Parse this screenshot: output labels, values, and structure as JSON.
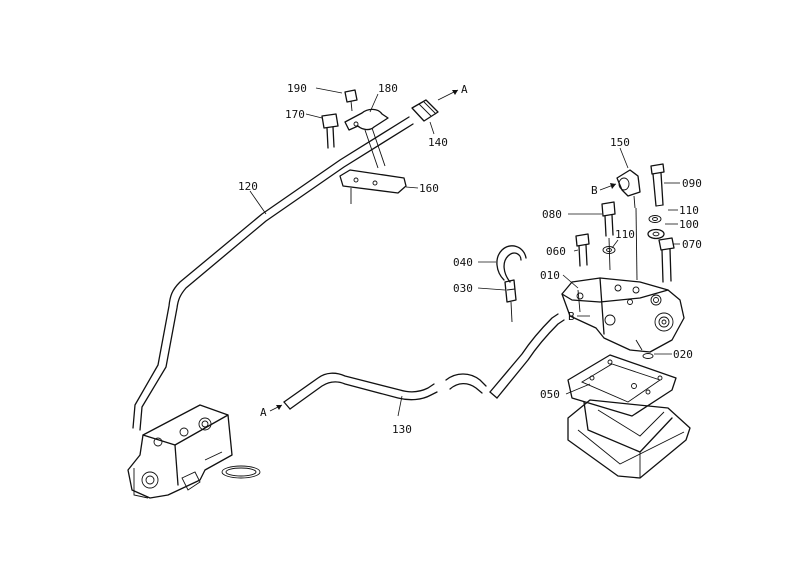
{
  "callouts": [
    {
      "id": "c190",
      "text": "190"
    },
    {
      "id": "c180",
      "text": "180"
    },
    {
      "id": "c170",
      "text": "170"
    },
    {
      "id": "c140",
      "text": "140"
    },
    {
      "id": "c160",
      "text": "160"
    },
    {
      "id": "c120",
      "text": "120"
    },
    {
      "id": "c150",
      "text": "150"
    },
    {
      "id": "c090",
      "text": "090"
    },
    {
      "id": "c080",
      "text": "080"
    },
    {
      "id": "c110a",
      "text": "110"
    },
    {
      "id": "c110b",
      "text": "110"
    },
    {
      "id": "c100",
      "text": "100"
    },
    {
      "id": "c060",
      "text": "060"
    },
    {
      "id": "c070",
      "text": "070"
    },
    {
      "id": "c040",
      "text": "040"
    },
    {
      "id": "c010",
      "text": "010"
    },
    {
      "id": "c030",
      "text": "030"
    },
    {
      "id": "c020",
      "text": "020"
    },
    {
      "id": "c050",
      "text": "050"
    },
    {
      "id": "c130",
      "text": "130"
    }
  ],
  "refs": {
    "a_top": "A",
    "a_left": "A",
    "b_upper": "B",
    "b_lower": "B"
  },
  "colors": {
    "ink": "#111111",
    "paper": "#ffffff"
  }
}
